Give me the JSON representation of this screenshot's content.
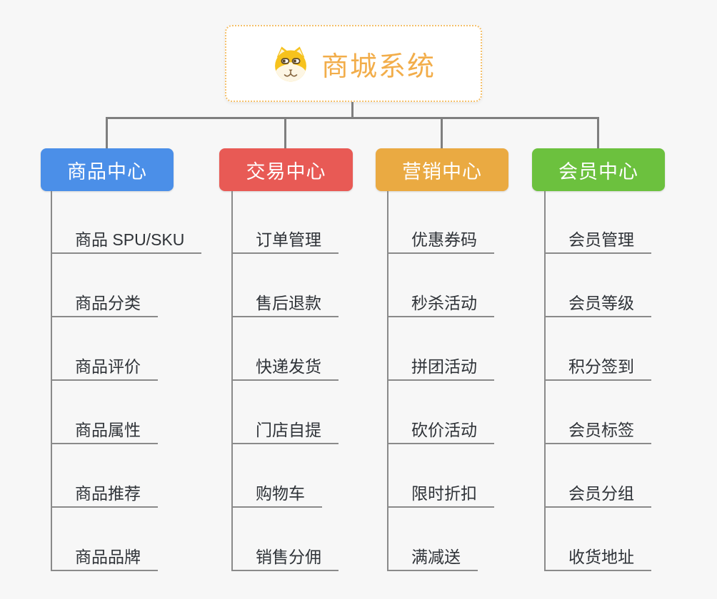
{
  "page": {
    "background_color": "#f7f7f7",
    "connector_color": "#7f7f7f",
    "leaf_line_color": "#8a8a8a",
    "leaf_text_color": "#2f3338"
  },
  "root": {
    "title": "商城系统",
    "icon": "dog-face-icon",
    "title_color": "#f2ad4a",
    "border_color": "#f5c06a"
  },
  "branches": [
    {
      "label": "商品中心",
      "color": "#4b8fe8",
      "items": [
        "商品 SPU/SKU",
        "商品分类",
        "商品评价",
        "商品属性",
        "商品推荐",
        "商品品牌"
      ]
    },
    {
      "label": "交易中心",
      "color": "#e85a55",
      "items": [
        "订单管理",
        "售后退款",
        "快递发货",
        "门店自提",
        "购物车",
        "销售分佣"
      ]
    },
    {
      "label": "营销中心",
      "color": "#eaaa42",
      "items": [
        "优惠券码",
        "秒杀活动",
        "拼团活动",
        "砍价活动",
        "限时折扣",
        "满减送"
      ]
    },
    {
      "label": "会员中心",
      "color": "#6cc13e",
      "items": [
        "会员管理",
        "会员等级",
        "积分签到",
        "会员标签",
        "会员分组",
        "收货地址"
      ]
    }
  ]
}
